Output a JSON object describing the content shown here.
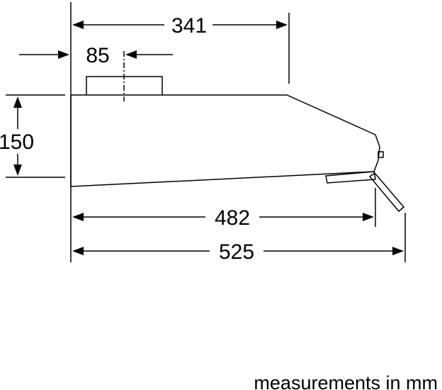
{
  "dimensions": {
    "total_height_label": "341",
    "outlet_offset_label": "85",
    "hood_height_label": "150",
    "inner_depth_label": "482",
    "total_depth_label": "525"
  },
  "footnote": "measurements in mm"
}
